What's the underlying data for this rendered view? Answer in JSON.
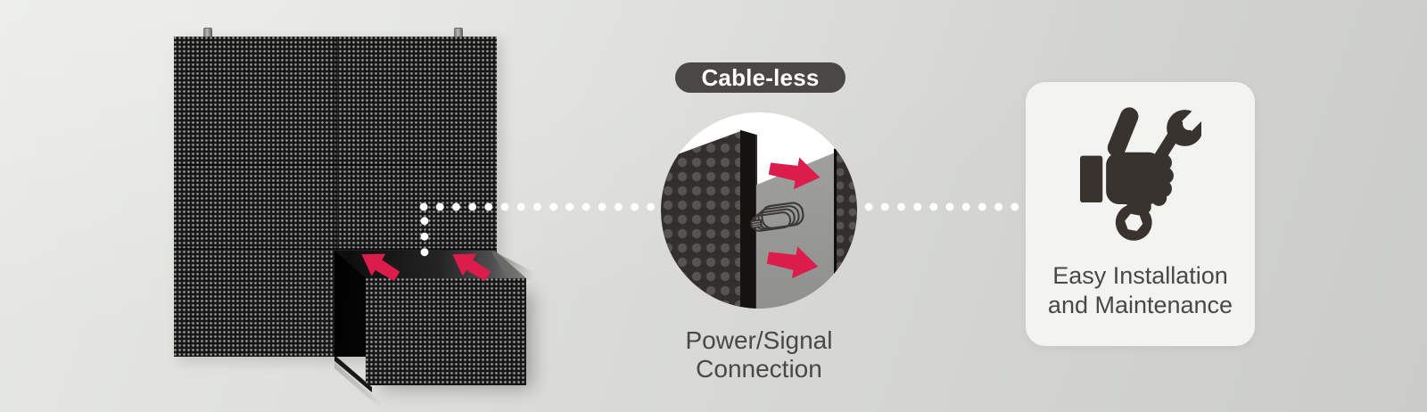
{
  "badge": {
    "label": "Cable-less"
  },
  "magnifier_caption": {
    "line1": "Power/Signal",
    "line2": "Connection"
  },
  "feature_card": {
    "line1": "Easy Installation",
    "line2": "and Maintenance"
  },
  "colors": {
    "background_light": "#e7e8e4",
    "background_dark": "#cbccc8",
    "accent_red": "#dc1d4c",
    "badge_background": "#4a4745",
    "text": "#4a4846",
    "card_background": "#f3f3f1",
    "panel_black": "#161616",
    "circle_gray": "#9b9b99",
    "icon_dark": "#38332f",
    "dotted_line": "#ffffff"
  },
  "icons": {
    "hand_wrench": "thumbs-up-wrench-icon",
    "connector": "connector-plug-icon",
    "arrow": "red-arrow-icon"
  }
}
